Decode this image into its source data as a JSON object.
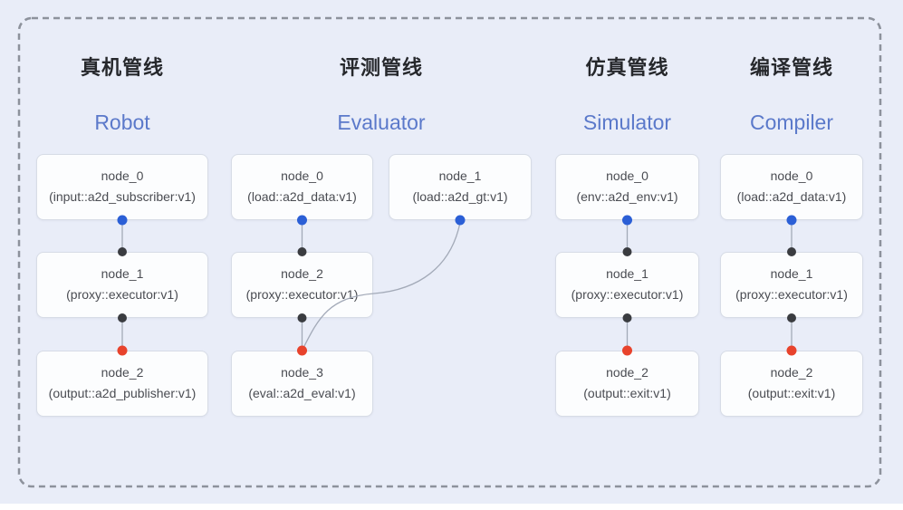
{
  "colors": {
    "background": "#e9edf8",
    "frame_dash": "#8d929c",
    "node_fill": "#fcfdfe",
    "node_border": "#d7dce6",
    "node_text": "#4a4c52",
    "title_zh": "#26282c",
    "title_en": "#5b79ca",
    "edge_line": "#a3aab8",
    "port_blue": "#2b5fd6",
    "port_black": "#3a3c40",
    "port_red": "#e8432c",
    "bottom_strip": "#ffffff"
  },
  "pipelines": [
    {
      "title_zh": "真机管线",
      "title_en": "Robot",
      "nodes": [
        {
          "name": "node_0",
          "type": "(input::a2d_subscriber:v1)"
        },
        {
          "name": "node_1",
          "type": "(proxy::executor:v1)"
        },
        {
          "name": "node_2",
          "type": "(output::a2d_publisher:v1)"
        }
      ]
    },
    {
      "title_zh": "评测管线",
      "title_en": "Evaluator",
      "nodes": [
        {
          "name": "node_0",
          "type": "(load::a2d_data:v1)"
        },
        {
          "name": "node_1",
          "type": "(load::a2d_gt:v1)"
        },
        {
          "name": "node_2",
          "type": "(proxy::executor:v1)"
        },
        {
          "name": "node_3",
          "type": "(eval::a2d_eval:v1)"
        }
      ]
    },
    {
      "title_zh": "仿真管线",
      "title_en": "Simulator",
      "nodes": [
        {
          "name": "node_0",
          "type": "(env::a2d_env:v1)"
        },
        {
          "name": "node_1",
          "type": "(proxy::executor:v1)"
        },
        {
          "name": "node_2",
          "type": "(output::exit:v1)"
        }
      ]
    },
    {
      "title_zh": "编译管线",
      "title_en": "Compiler",
      "nodes": [
        {
          "name": "node_0",
          "type": "(load::a2d_data:v1)"
        },
        {
          "name": "node_1",
          "type": "(proxy::executor:v1)"
        },
        {
          "name": "node_2",
          "type": "(output::exit:v1)"
        }
      ]
    }
  ]
}
